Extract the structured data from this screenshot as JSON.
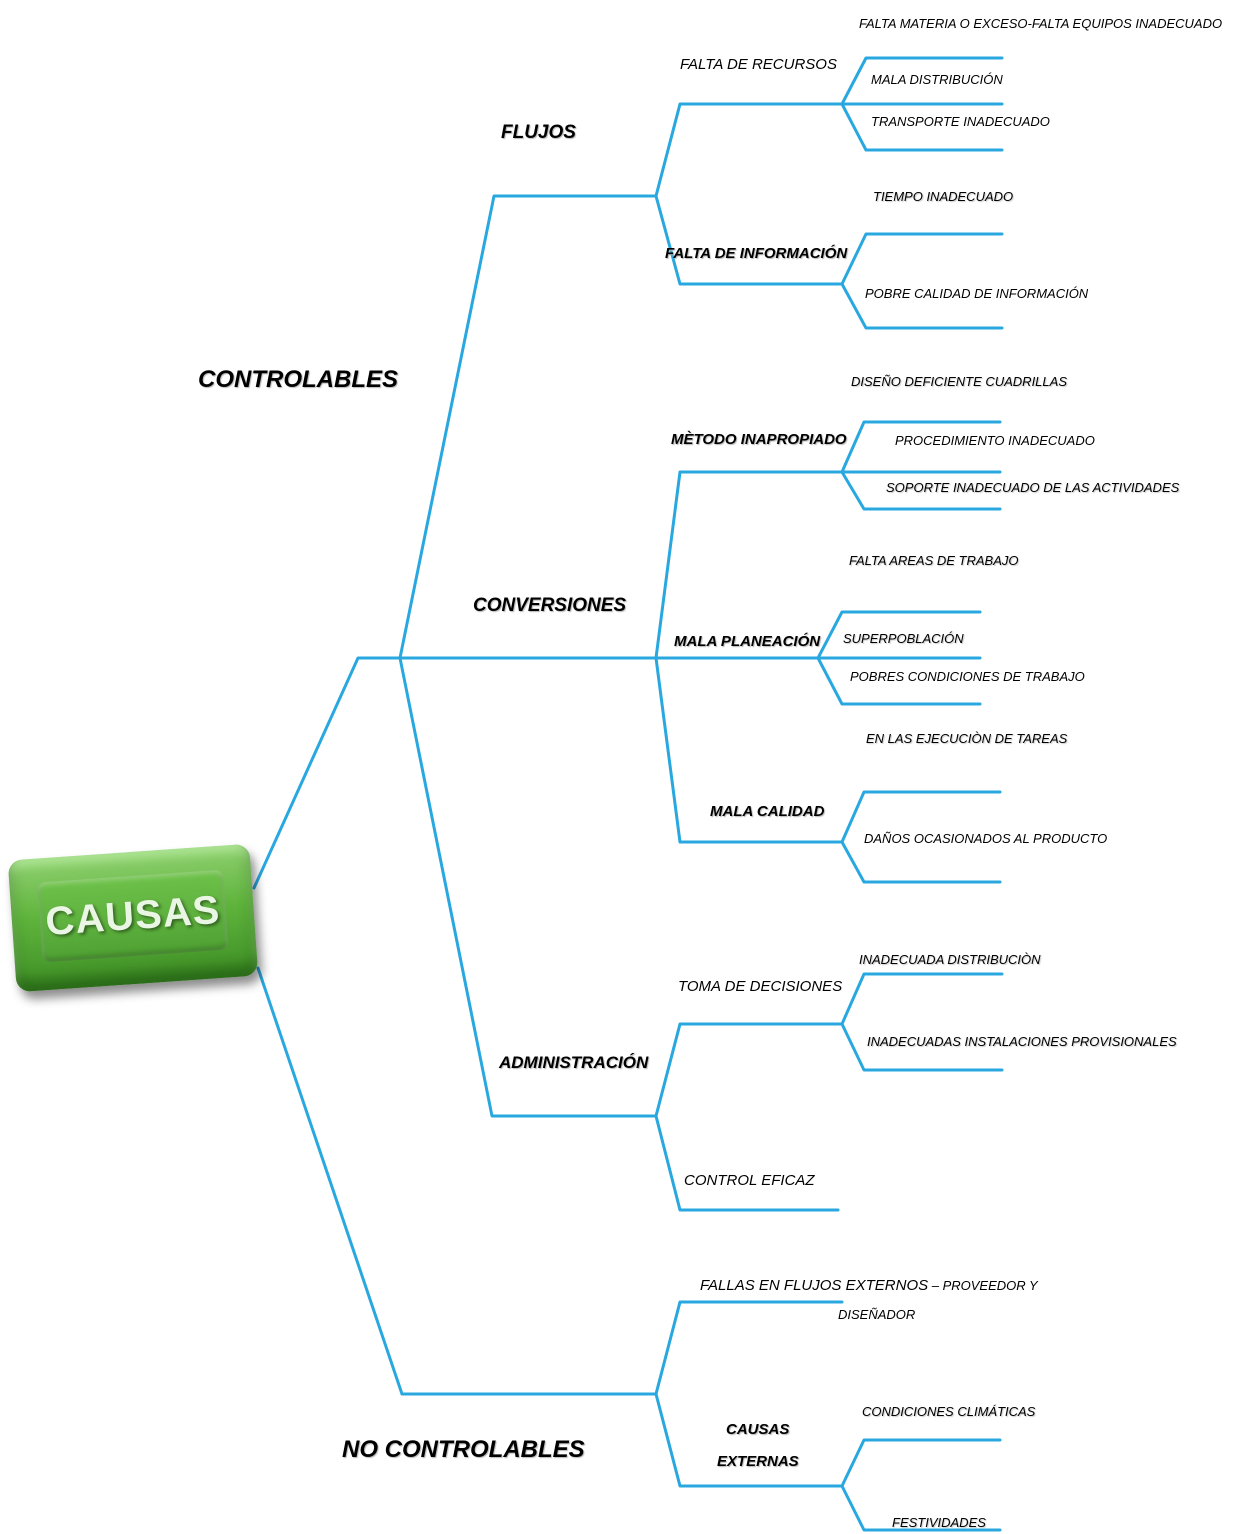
{
  "root": {
    "label": "CAUSAS"
  },
  "categories": {
    "controlables": "CONTROLABLES",
    "no_controlables": "NO CONTROLABLES"
  },
  "controlables": {
    "flujos": {
      "label": "FLUJOS",
      "falta_recursos": {
        "label": "FALTA DE RECURSOS",
        "items": [
          "FALTA MATERIA O EXCESO-FALTA EQUIPOS INADECUADO",
          "MALA DISTRIBUCIÓN",
          "TRANSPORTE INADECUADO"
        ]
      },
      "falta_informacion": {
        "label": "FALTA DE INFORMACIÓN",
        "items": [
          "TIEMPO INADECUADO",
          "POBRE CALIDAD DE INFORMACIÓN"
        ]
      }
    },
    "conversiones": {
      "label": "CONVERSIONES",
      "metodo": {
        "label": "MÈTODO INAPROPIADO",
        "items": [
          "DISEÑO DEFICIENTE CUADRILLAS",
          "PROCEDIMIENTO INADECUADO",
          "SOPORTE INADECUADO DE LAS ACTIVIDADES"
        ]
      },
      "planeacion": {
        "label": "MALA PLANEACIÓN",
        "items": [
          "FALTA AREAS DE TRABAJO",
          "SUPERPOBLACIÓN",
          "POBRES CONDICIONES DE TRABAJO"
        ]
      },
      "calidad": {
        "label": "MALA CALIDAD",
        "items": [
          "EN LAS EJECUCIÒN DE TAREAS",
          "DAÑOS OCASIONADOS AL PRODUCTO"
        ]
      }
    },
    "administracion": {
      "label": "ADMINISTRACIÓN",
      "toma_decisiones": {
        "label": "TOMA DE DECISIONES",
        "items": [
          "INADECUADA DISTRIBUCIÒN",
          "INADECUADAS INSTALACIONES PROVISIONALES"
        ]
      },
      "control": {
        "label": "CONTROL EFICAZ"
      }
    }
  },
  "no_controlables": {
    "fallas_flujos": {
      "label_main": "FALLAS EN FLUJOS EXTERNOS",
      "label_tail": " – PROVEEDOR Y",
      "label_line2": "DISEÑADOR"
    },
    "causas_externas": {
      "label_line1": "CAUSAS",
      "label_line2": "EXTERNAS",
      "items": [
        "CONDICIONES CLIMÁTICAS",
        "FESTIVIDADES"
      ]
    }
  },
  "colors": {
    "line": "#29a8e0",
    "button": "#5fb43c",
    "text": "#000000"
  },
  "icons": {
    "root": "green-3d-button"
  }
}
